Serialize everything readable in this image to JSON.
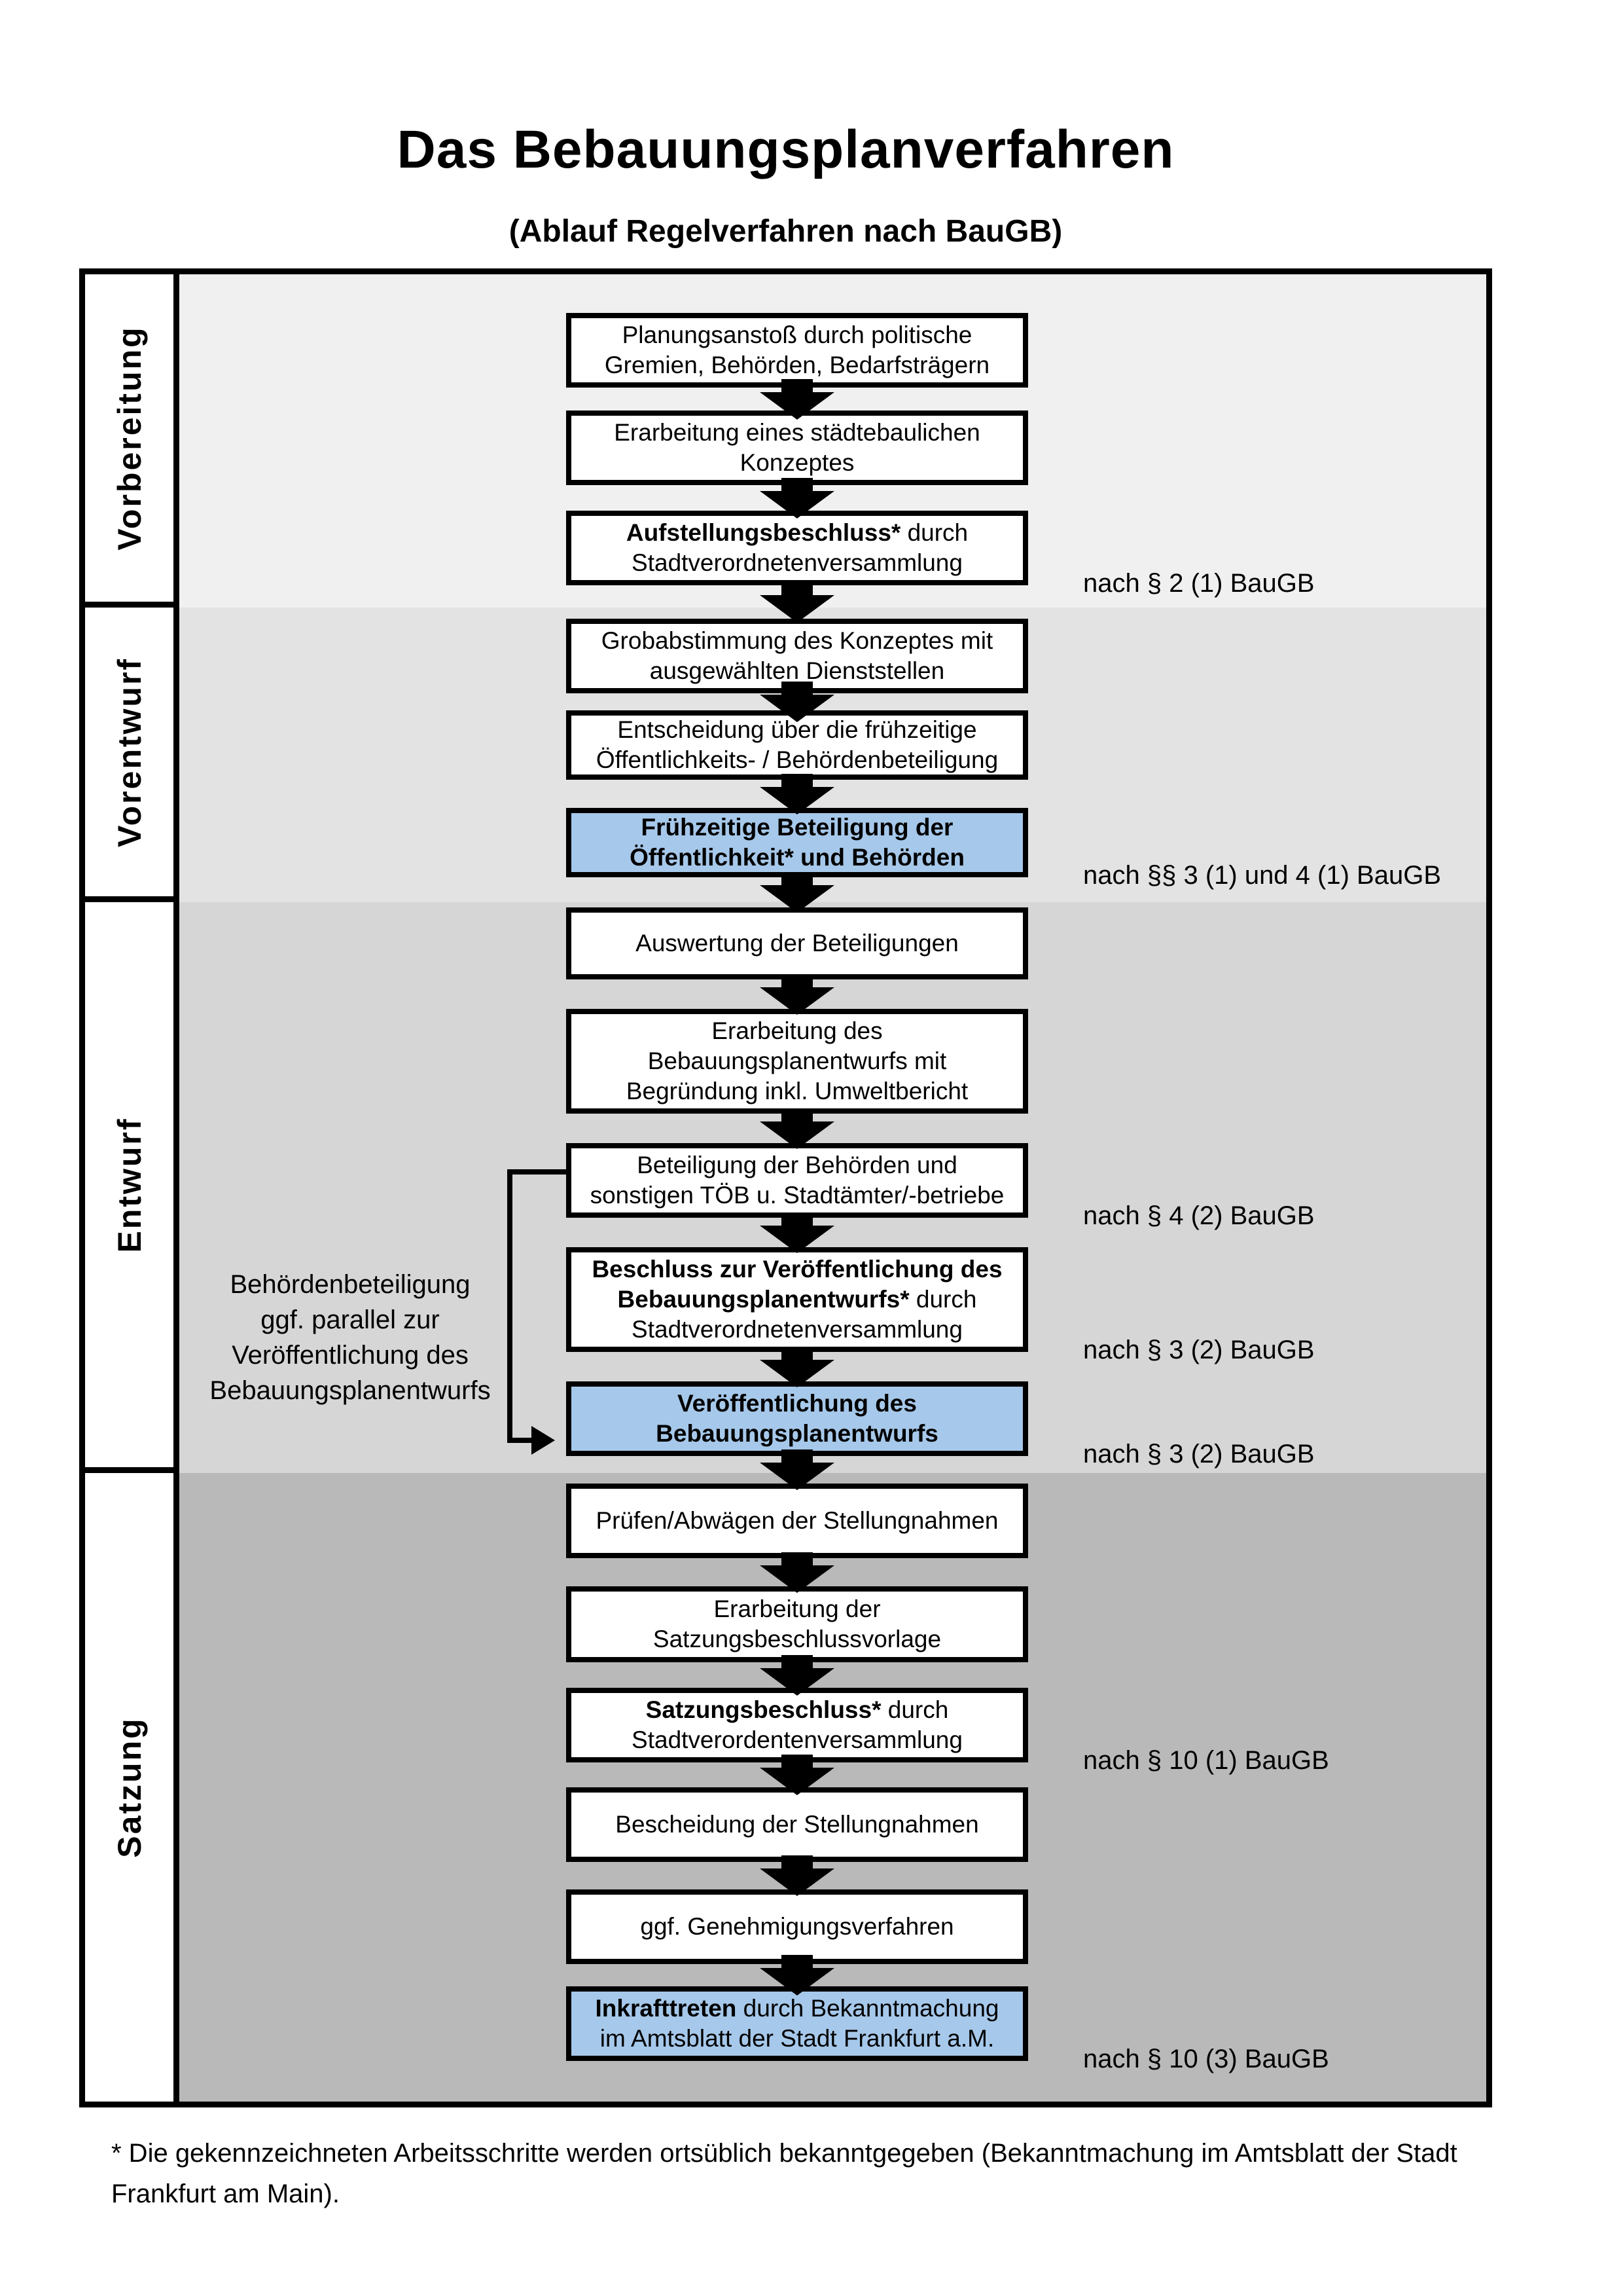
{
  "title": "Das Bebauungsplanverfahren",
  "subtitle": "(Ablauf Regelverfahren nach BauGB)",
  "phases": [
    {
      "label": "Vorbereitung"
    },
    {
      "label": "Vorentwurf"
    },
    {
      "label": "Entwurf"
    },
    {
      "label": "Satzung"
    }
  ],
  "flow": {
    "boxes": [
      {
        "id": "planungsanstoss",
        "highlighted": false,
        "ref": null,
        "lines": [
          [
            {
              "t": "Planungsanstoß durch politische",
              "b": false
            }
          ],
          [
            {
              "t": "Gremien, Behörden, Bedarfsträgern",
              "b": false
            }
          ]
        ]
      },
      {
        "id": "staedtebauliches-konzept",
        "highlighted": false,
        "ref": null,
        "lines": [
          [
            {
              "t": "Erarbeitung eines städtebaulichen",
              "b": false
            }
          ],
          [
            {
              "t": "Konzeptes",
              "b": false
            }
          ]
        ]
      },
      {
        "id": "aufstellungsbeschluss",
        "highlighted": false,
        "ref": "nach § 2 (1) BauGB",
        "lines": [
          [
            {
              "t": "Aufstellungsbeschluss*",
              "b": true
            },
            {
              "t": " durch",
              "b": false
            }
          ],
          [
            {
              "t": "Stadtverordnetenversammlung",
              "b": false
            }
          ]
        ]
      },
      {
        "id": "grobabstimmung",
        "highlighted": false,
        "ref": null,
        "lines": [
          [
            {
              "t": "Grobabstimmung des Konzeptes mit",
              "b": false
            }
          ],
          [
            {
              "t": "ausgewählten Dienststellen",
              "b": false
            }
          ]
        ]
      },
      {
        "id": "entscheidung-fruehzeitige-beteiligung",
        "highlighted": false,
        "ref": null,
        "lines": [
          [
            {
              "t": "Entscheidung über die frühzeitige",
              "b": false
            }
          ],
          [
            {
              "t": "Öffentlichkeits- / Behördenbeteiligung",
              "b": false
            }
          ]
        ]
      },
      {
        "id": "fruehzeitige-beteiligung",
        "highlighted": true,
        "ref": "nach §§ 3 (1) und 4 (1) BauGB",
        "lines": [
          [
            {
              "t": "Frühzeitige Beteiligung der",
              "b": true
            }
          ],
          [
            {
              "t": "Öffentlichkeit* und Behörden",
              "b": true
            }
          ]
        ]
      },
      {
        "id": "auswertung-beteiligungen",
        "highlighted": false,
        "ref": null,
        "lines": [
          [
            {
              "t": "Auswertung der Beteiligungen",
              "b": false
            }
          ]
        ]
      },
      {
        "id": "erarbeitung-bebauungsplanentwurf",
        "highlighted": false,
        "ref": null,
        "lines": [
          [
            {
              "t": "Erarbeitung des",
              "b": false
            }
          ],
          [
            {
              "t": "Bebauungsplanentwurfs mit",
              "b": false
            }
          ],
          [
            {
              "t": "Begründung inkl. Umweltbericht",
              "b": false
            }
          ]
        ]
      },
      {
        "id": "beteiligung-behoerden-toeb",
        "highlighted": false,
        "ref": "nach § 4 (2) BauGB",
        "lines": [
          [
            {
              "t": "Beteiligung der Behörden und",
              "b": false
            }
          ],
          [
            {
              "t": "sonstigen TÖB u. Stadtämter/-betriebe",
              "b": false
            }
          ]
        ]
      },
      {
        "id": "beschluss-veroeffentlichung",
        "highlighted": false,
        "ref": "nach § 3 (2) BauGB",
        "lines": [
          [
            {
              "t": "Beschluss zur Veröffentlichung des",
              "b": true
            }
          ],
          [
            {
              "t": "Bebauungsplanentwurfs*",
              "b": true
            },
            {
              "t": " durch",
              "b": false
            }
          ],
          [
            {
              "t": "Stadtverordnetenversammlung",
              "b": false
            }
          ]
        ]
      },
      {
        "id": "veroeffentlichung-entwurf",
        "highlighted": true,
        "ref": "nach § 3 (2) BauGB",
        "lines": [
          [
            {
              "t": "Veröffentlichung des",
              "b": true
            }
          ],
          [
            {
              "t": "Bebauungsplanentwurfs",
              "b": true
            }
          ]
        ]
      },
      {
        "id": "pruefen-abwaegen-stellungnahmen",
        "highlighted": false,
        "ref": null,
        "lines": [
          [
            {
              "t": "Prüfen/Abwägen der Stellungnahmen",
              "b": false
            }
          ]
        ]
      },
      {
        "id": "erarbeitung-satzungsbeschlussvorlage",
        "highlighted": false,
        "ref": null,
        "lines": [
          [
            {
              "t": "Erarbeitung der",
              "b": false
            }
          ],
          [
            {
              "t": "Satzungsbeschlussvorlage",
              "b": false
            }
          ]
        ]
      },
      {
        "id": "satzungsbeschluss",
        "highlighted": false,
        "ref": "nach § 10 (1) BauGB",
        "lines": [
          [
            {
              "t": "Satzungsbeschluss*",
              "b": true
            },
            {
              "t": " durch",
              "b": false
            }
          ],
          [
            {
              "t": "Stadtverordentenversammlung",
              "b": false
            }
          ]
        ]
      },
      {
        "id": "bescheidung-stellungnahmen",
        "highlighted": false,
        "ref": null,
        "lines": [
          [
            {
              "t": "Bescheidung der Stellungnahmen",
              "b": false
            }
          ]
        ]
      },
      {
        "id": "genehmigungsverfahren",
        "highlighted": false,
        "ref": null,
        "lines": [
          [
            {
              "t": "ggf. Genehmigungsverfahren",
              "b": false
            }
          ]
        ]
      },
      {
        "id": "inkrafttreten",
        "highlighted": true,
        "ref": "nach § 10 (3) BauGB",
        "lines": [
          [
            {
              "t": "Inkrafttreten",
              "b": true
            },
            {
              "t": " durch Bekanntmachung",
              "b": false
            }
          ],
          [
            {
              "t": "im Amtsblatt der Stadt Frankfurt a.M.",
              "b": false
            }
          ]
        ]
      }
    ]
  },
  "side_note": "Behördenbeteiligung\nggf. parallel zur\nVeröffentlichung des\nBebauungsplanentwurfs",
  "footnote": "* Die gekennzeichneten Arbeitsschritte werden ortsüblich bekanntgegeben (Bekanntmachung im Amtsblatt der Stadt\nFrankfurt am Main).",
  "colors": {
    "highlight_box": "#a6c8ea",
    "box_border": "#000000",
    "section_backgrounds": [
      "#f0f0f0",
      "#e3e3e3",
      "#d6d6d6",
      "#b9b9b9"
    ]
  }
}
